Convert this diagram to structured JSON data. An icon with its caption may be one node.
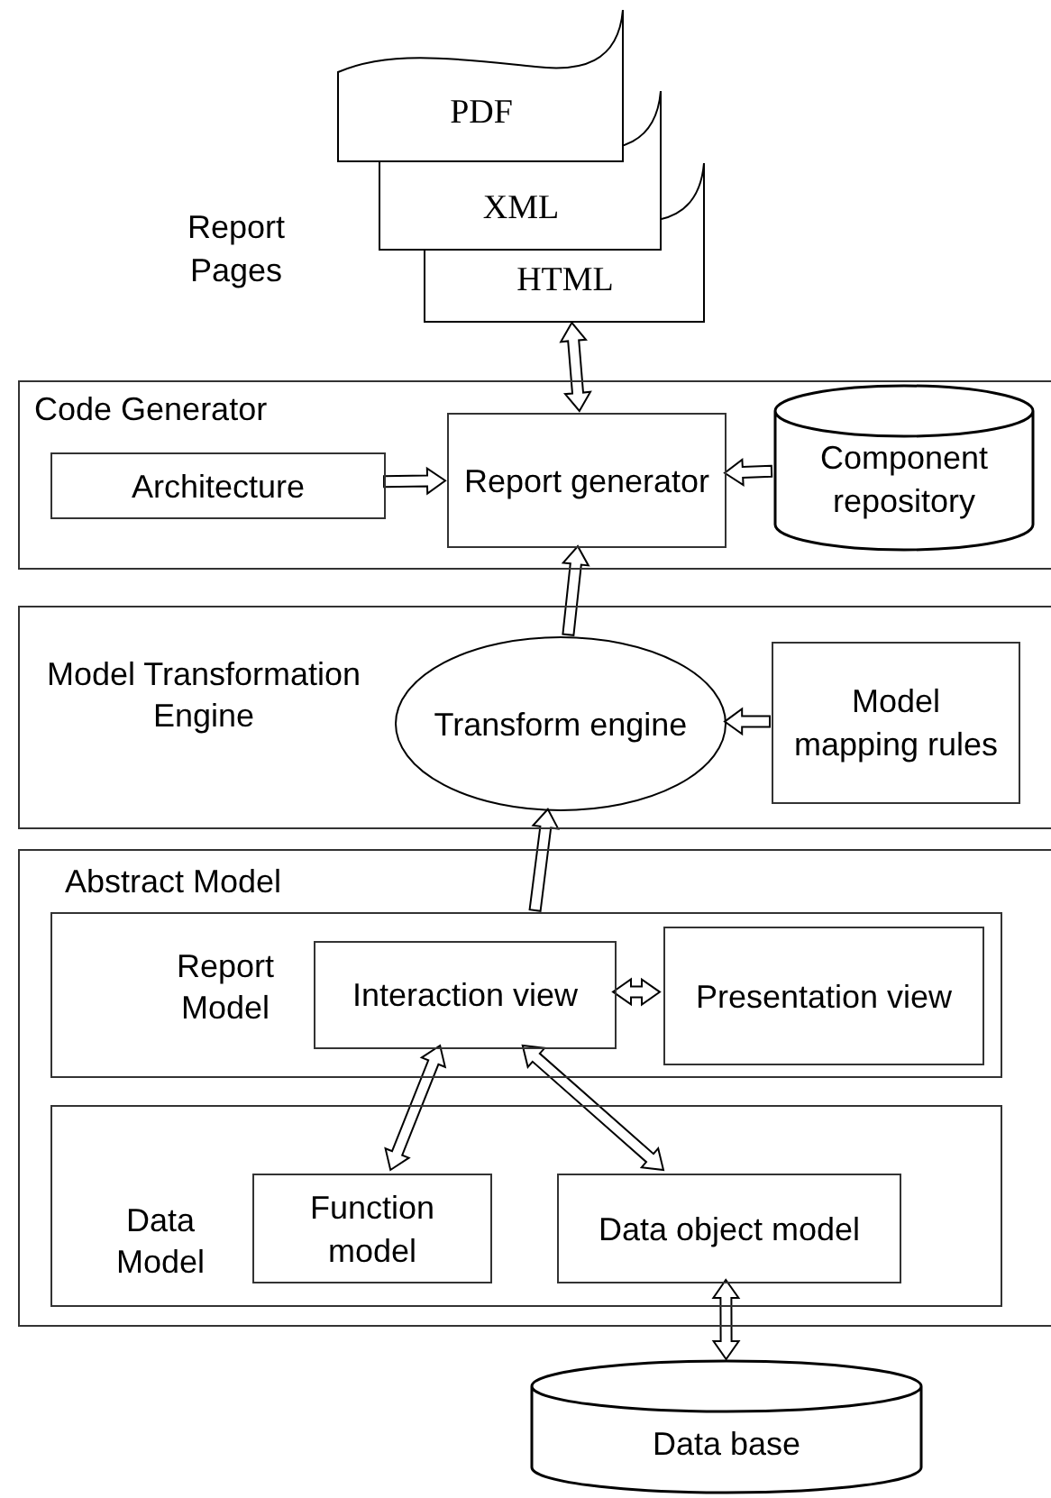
{
  "diagram": {
    "nodes": [
      {
        "text": [
          "PDF"
        ]
      },
      {
        "text": [
          "XML"
        ]
      },
      {
        "text": [
          "HTML"
        ]
      },
      {
        "text": [
          "Code Generator"
        ]
      },
      {
        "text": [
          "Architecture"
        ],
        "in": 3
      },
      {
        "text": [
          "Report generator"
        ],
        "in": 3
      },
      {
        "text": [
          "Component repository"
        ],
        "in": 3
      },
      {
        "text": [
          "Model Transformation Engine"
        ]
      },
      {
        "text": [
          "Transform engine"
        ],
        "in": 7
      },
      {
        "text": [
          "Model mapping rules"
        ],
        "in": 7
      },
      {
        "text": [
          "Abstract Model"
        ]
      },
      {
        "text": [
          "Report Model"
        ],
        "in": 10
      },
      {
        "text": [
          "Interaction view"
        ],
        "in": 11
      },
      {
        "text": [
          "Presentation view"
        ],
        "in": 11
      },
      {
        "text": [
          "Data Model"
        ],
        "in": 10
      },
      {
        "text": [
          "Function model"
        ],
        "in": 14
      },
      {
        "text": [
          "Data object model"
        ],
        "in": 14
      },
      {
        "text": [
          "Data base"
        ]
      }
    ],
    "edges": [
      {
        "from": 2,
        "to": 5,
        "arrow": "both"
      },
      {
        "from": 4,
        "to": 5,
        "arrow": "to"
      },
      {
        "from": 6,
        "to": 5,
        "arrow": "to"
      },
      {
        "from": 8,
        "to": 5,
        "arrow": "to"
      },
      {
        "from": 9,
        "to": 8,
        "arrow": "to"
      },
      {
        "from": 11,
        "to": 8,
        "arrow": "to"
      },
      {
        "from": 12,
        "to": 13,
        "arrow": "both"
      },
      {
        "from": 12,
        "to": 15,
        "arrow": "both"
      },
      {
        "from": 12,
        "to": 16,
        "arrow": "both"
      },
      {
        "from": 16,
        "to": 17,
        "arrow": "both"
      }
    ],
    "labels": [
      "Report Pages"
    ]
  }
}
